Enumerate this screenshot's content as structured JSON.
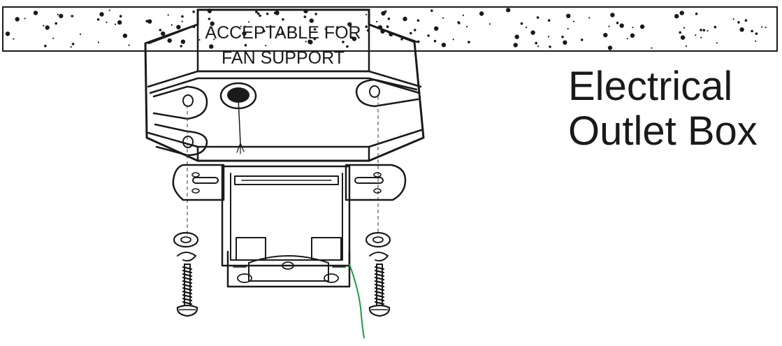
{
  "box_label": {
    "line1": "ACCEPTABLE FOR",
    "line2": "FAN SUPPORT"
  },
  "title": {
    "line1": "Electrical",
    "line2": "Outlet Box"
  },
  "colors": {
    "ink": "#1a1a1a",
    "ground_wire": "#1f9a4a",
    "background": "#ffffff"
  }
}
